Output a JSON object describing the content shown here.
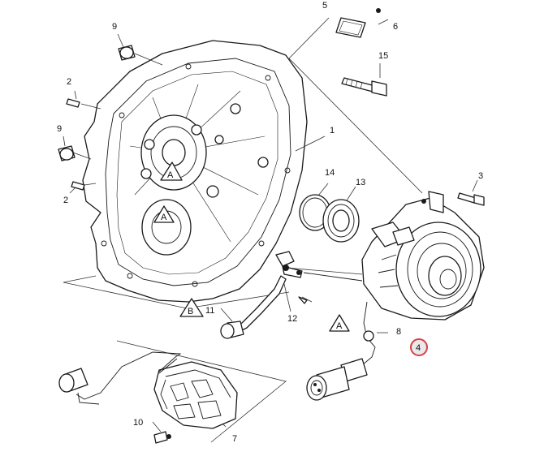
{
  "callouts": {
    "c1": "1",
    "c2a": "2",
    "c2b": "2",
    "c3": "3",
    "c4": "4",
    "c5": "5",
    "c6": "6",
    "c7": "7",
    "c8": "8",
    "c9a": "9",
    "c9b": "9",
    "c10": "10",
    "c11": "11",
    "c12": "12",
    "c13": "13",
    "c14": "14",
    "c15": "15"
  },
  "references": {
    "refA1": "A",
    "refA2": "A",
    "refA3": "A",
    "refB": "B"
  },
  "highlight": {
    "part": "4",
    "color": "#d8404a"
  }
}
